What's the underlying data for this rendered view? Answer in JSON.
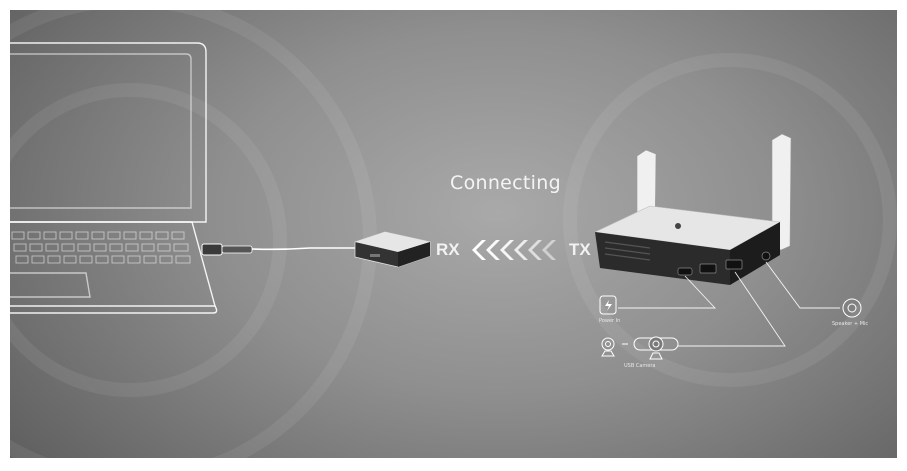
{
  "status": {
    "connecting": "Connecting"
  },
  "link": {
    "rx": "RX",
    "tx": "TX"
  },
  "ports": {
    "power_label": "Power In",
    "camera_label": "USB Camera",
    "speaker_label": "Speaker + Mic"
  },
  "colors": {
    "background": "#8f8f8f",
    "line": "#ffffff",
    "device_dark": "#2a2a2a"
  }
}
